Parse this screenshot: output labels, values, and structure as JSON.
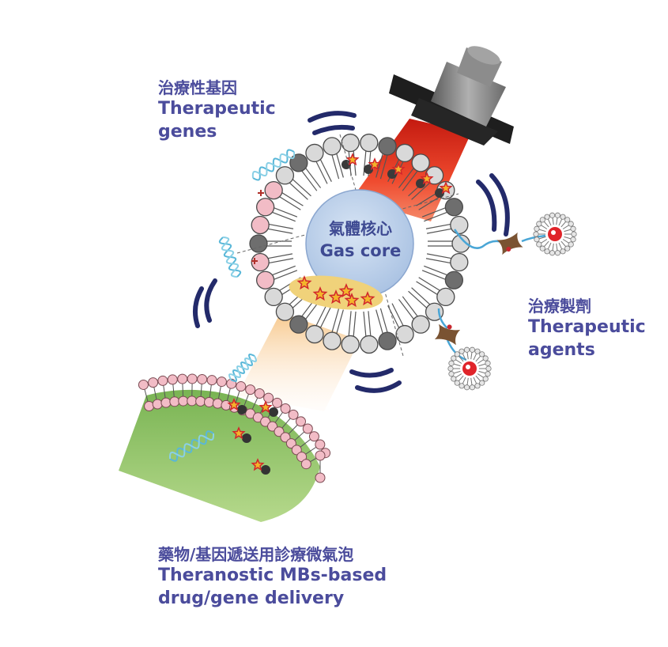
{
  "labels": {
    "gas_core": {
      "zh": "氣體核心",
      "en": "Gas core"
    },
    "therapeutic_genes": {
      "zh": "治療性基因",
      "line1": "Therapeutic",
      "line2": "genes"
    },
    "therapeutic_agents": {
      "zh": "治療製劑",
      "line1": "Therapeutic",
      "line2": "agents"
    },
    "delivery": {
      "zh": "藥物/基因遞送用診療微氣泡",
      "line1": "Theranostic MBs-based",
      "line2": "drug/gene delivery"
    }
  },
  "colors": {
    "label_text": "#4b4c9c",
    "gas_core_fill": "#b9cee7",
    "beam_red": "#e2301d",
    "tissue_green": "#9ccb6e",
    "lipid_pink": "#f2bcc6",
    "lipid_gray": "#bdbdbd",
    "wave_navy": "#232a6a"
  },
  "icons": [
    "ultrasound-transducer-icon",
    "microbubble-icon",
    "dna-strand-icon",
    "ligand-linker-icon",
    "drug-star-icon",
    "liposome-icon",
    "tissue-cell-icon"
  ]
}
